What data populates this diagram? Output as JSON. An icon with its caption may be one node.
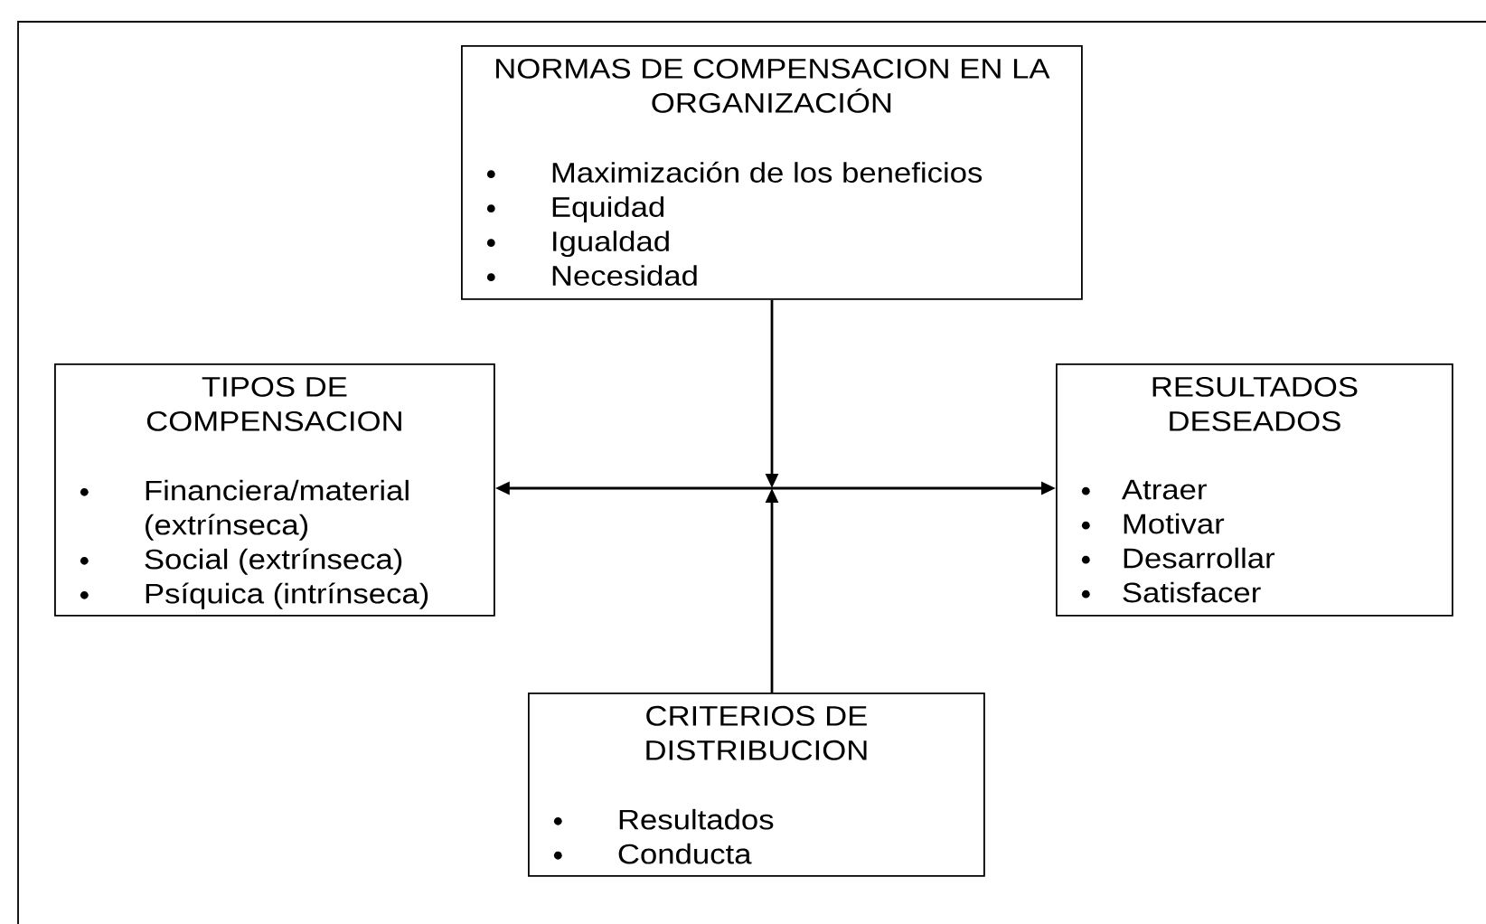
{
  "diagram": {
    "nodes": [
      {
        "text": [
          "NORMAS DE COMPENSACION EN LA ORGANIZACIÓN",
          "Maximización de los beneficios",
          "Equidad",
          "Igualdad",
          "Necesidad"
        ]
      },
      {
        "text": [
          "TIPOS DE COMPENSACION",
          "Financiera/material (extrínseca)",
          "Social (extrínseca)",
          "Psíquica (intrínseca)"
        ]
      },
      {
        "text": [
          "RESULTADOS DESEADOS",
          "Atraer",
          "Motivar",
          "Desarrollar",
          "Satisfacer"
        ]
      },
      {
        "text": [
          "CRITERIOS DE DISTRIBUCION",
          "Resultados",
          "Conducta"
        ]
      }
    ],
    "edges": [
      {
        "from": 0,
        "to": null,
        "arrow": "to"
      },
      {
        "from": 3,
        "to": null,
        "arrow": "to"
      },
      {
        "from": 1,
        "to": 2,
        "arrow": "both"
      }
    ]
  }
}
